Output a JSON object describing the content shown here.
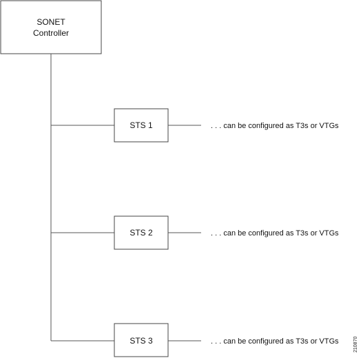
{
  "controller": {
    "line1": "SONET",
    "line2": "Controller"
  },
  "sts_boxes": [
    {
      "label": "STS 1",
      "note": ". . . can be configured as T3s or VTGs"
    },
    {
      "label": "STS 2",
      "note": ". . . can be configured as T3s or VTGs"
    },
    {
      "label": "STS 3",
      "note": ". . . can be configured as T3s or VTGs"
    }
  ],
  "figure_id": "210870"
}
